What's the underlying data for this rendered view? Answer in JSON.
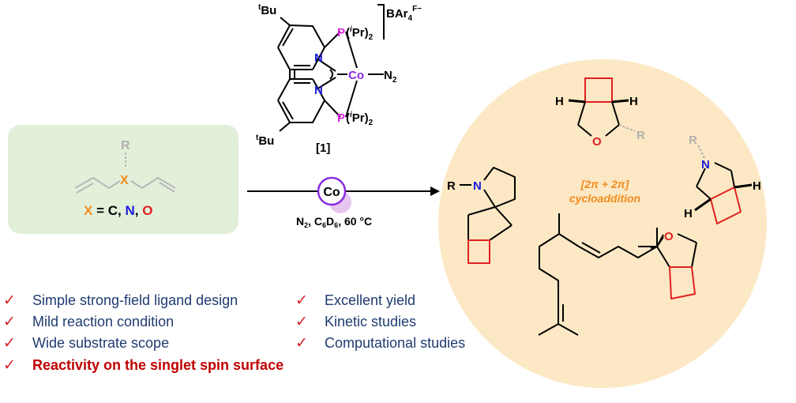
{
  "catalyst": {
    "tbu": "tBu",
    "t_sup": "t",
    "bu": "Bu",
    "P": "P",
    "ipr2": "(iPr)",
    "i_sup": "i",
    "pr": "Pr)",
    "sub2": "2",
    "N": "N",
    "Co": "Co",
    "N2": "N",
    "counterion": "BAr",
    "counterion_sub": "4",
    "counterion_sup": "F",
    "charge": "−",
    "label": "[1]"
  },
  "substrate": {
    "R": "R",
    "X": "X",
    "legend_x": "X",
    "legend_eq": " = C, ",
    "legend_n": "N",
    "legend_comma": ", ",
    "legend_o": "O"
  },
  "arrow": {
    "catalyst_label": "Co",
    "conditions_n": "N",
    "conditions_sub2": "2",
    "conditions_mid": ", C",
    "conditions_sub6a": "6",
    "conditions_d": "D",
    "conditions_sub6b": "6",
    "conditions_end": ", 60 °C"
  },
  "products": {
    "cyclo_line1": "[2π + 2π]",
    "cyclo_line2": "cycloaddition",
    "R": "R",
    "N": "N",
    "O": "O",
    "H": "H"
  },
  "features": {
    "tick": "✓",
    "left": [
      "Simple strong-field ligand design",
      "Mild reaction condition",
      "Wide substrate scope"
    ],
    "highlight": "Reactivity on the singlet spin surface",
    "right": [
      "Excellent yield",
      "Kinetic studies",
      "Computational studies"
    ]
  },
  "colors": {
    "substrate_box": "#e2efd9",
    "product_circle": "#fce8c4",
    "phosphorus": "#e020e0",
    "nitrogen": "#1c1cdc",
    "cobalt": "#8a2be2",
    "oxygen": "#e02020",
    "orange": "#f08c1e",
    "cyclobutane": "#e02020",
    "features_text": "#1f3b70",
    "highlight_text": "#c00000"
  }
}
